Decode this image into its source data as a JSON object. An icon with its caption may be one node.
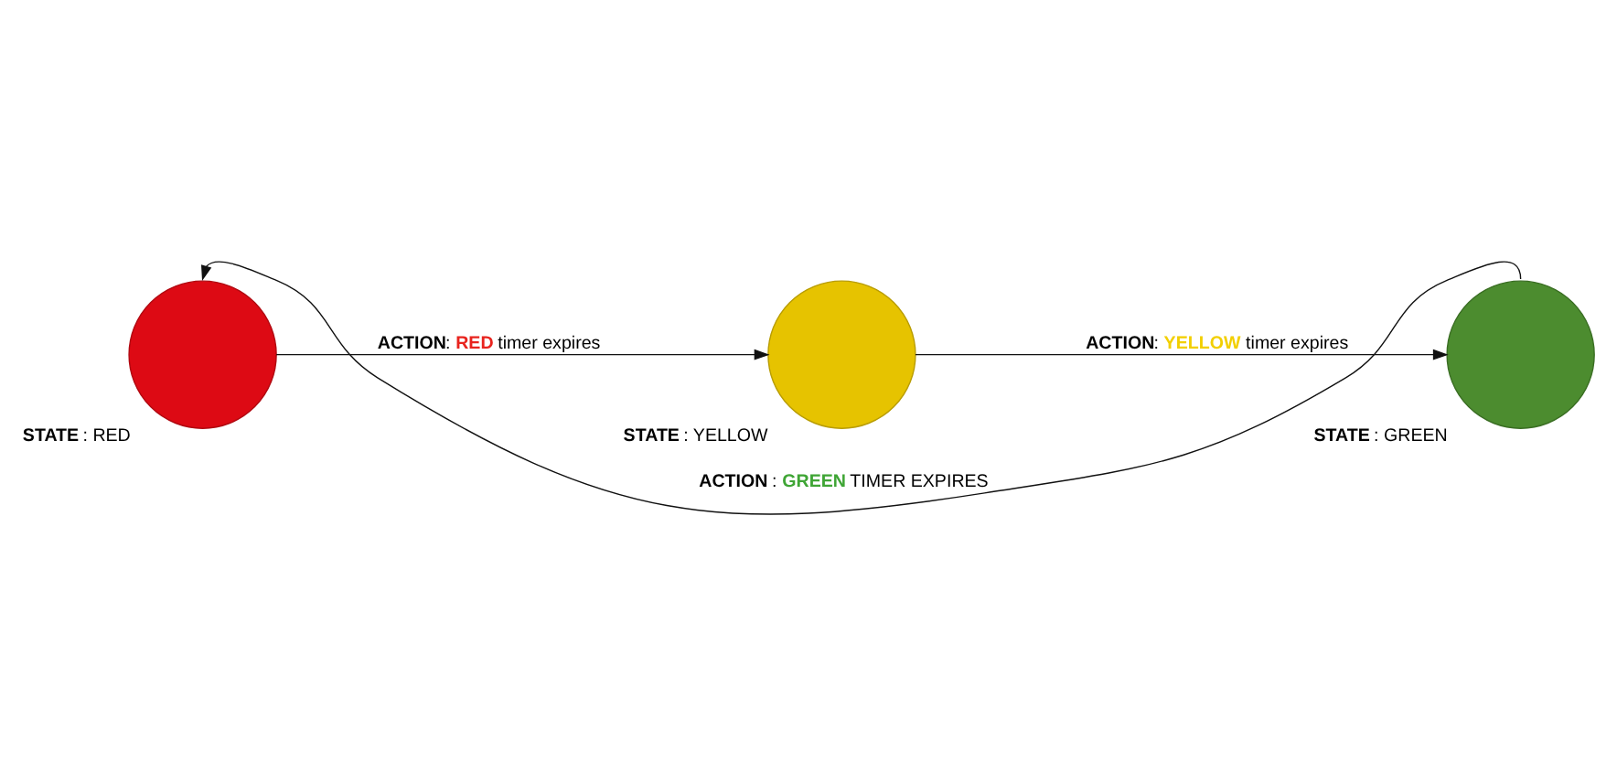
{
  "diagram": {
    "nodes": [
      {
        "text": [
          "**STATE** : RED"
        ]
      },
      {
        "text": [
          "**STATE** : YELLOW"
        ]
      },
      {
        "text": [
          "**STATE** : GREEN"
        ]
      }
    ],
    "edges": [
      {
        "from": 0,
        "to": 1,
        "arrow": "to",
        "label": "**ACTION**: RED timer expires"
      },
      {
        "from": 1,
        "to": 2,
        "arrow": "to",
        "label": "**ACTION**: YELLOW timer expires"
      },
      {
        "from": 2,
        "to": 0,
        "arrow": "to",
        "label": "**ACTION** : GREEN TIMER EXPIRES"
      }
    ]
  }
}
